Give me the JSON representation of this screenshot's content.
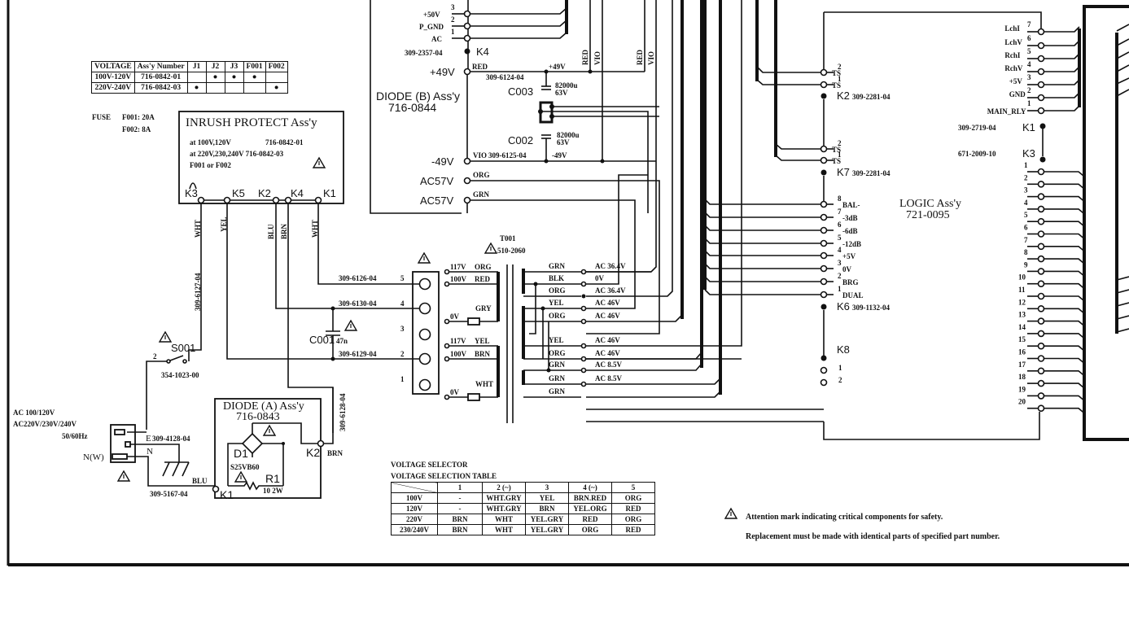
{
  "assy_table": {
    "headers": [
      "VOLTAGE",
      "Ass'y Number",
      "J1",
      "J2",
      "J3",
      "F001",
      "F002"
    ],
    "rows": [
      {
        "voltage": "100V-120V",
        "assy": "716-0842-01",
        "marks": [
          false,
          true,
          true,
          true,
          false
        ]
      },
      {
        "voltage": "220V-240V",
        "assy": "716-0842-03",
        "marks": [
          true,
          false,
          false,
          false,
          true
        ]
      }
    ]
  },
  "fuse": {
    "label": "FUSE",
    "f001": "F001: 20A",
    "f002": "F002:  8A"
  },
  "inrush": {
    "title": "INRUSH PROTECT Ass'y",
    "line1_a": "at 100V,120V",
    "line1_b": "716-0842-01",
    "line2": "at 220V,230,240V 716-0842-03",
    "line3": "F001 or F002",
    "terminals": [
      "K3",
      "K5",
      "K2",
      "K4",
      "K1"
    ]
  },
  "wires_inrush": [
    "WHT",
    "YEL",
    "BLU",
    "BRN",
    "WHT"
  ],
  "cable_6127": "309-6127-04",
  "cable_6128": "309-6128-04",
  "switch": {
    "label": "S001",
    "pin": "2",
    "part": "354-1023-00"
  },
  "ac_input": {
    "line1": "AC 100/120V",
    "line2": "AC220V/230V/240V",
    "line3": "50/60Hz",
    "nw": "N(W)",
    "e": "E",
    "n": "N",
    "e_cable": "309-4128-04",
    "blu": "BLU",
    "blu_cable": "309-5167-04"
  },
  "diode_a": {
    "title": "DIODE (A) Ass'y",
    "part": "716-0843",
    "d1": "D1",
    "d1_part": "S25VB60",
    "r1": "R1",
    "r1_val": "10  2W",
    "k1": "K1",
    "k2": "K2",
    "brn": "BRN"
  },
  "capacitor_c001": {
    "label": "C001",
    "value": "47n"
  },
  "selector": {
    "cables": [
      {
        "part": "309-6126-04",
        "pin": "5"
      },
      {
        "part": "309-6130-04",
        "pin": "4"
      },
      {
        "part": "",
        "pin": "3"
      },
      {
        "part": "309-6129-04",
        "pin": "2"
      },
      {
        "part": "",
        "pin": "1"
      }
    ]
  },
  "transformer": {
    "ref": "T001",
    "part": "510-2060",
    "primary": [
      {
        "v": "117V",
        "c": "ORG"
      },
      {
        "v": "100V",
        "c": "RED"
      },
      {
        "v": "0V",
        "c": "GRY"
      },
      {
        "v": "117V",
        "c": "YEL"
      },
      {
        "v": "100V",
        "c": "BRN"
      },
      {
        "v": "0V",
        "c": "WHT"
      }
    ],
    "secondary": [
      {
        "c": "GRN",
        "v": "AC 36.4V"
      },
      {
        "c": "BLK",
        "v": "0V"
      },
      {
        "c": "ORG",
        "v": "AC 36.4V"
      },
      {
        "c": "YEL",
        "v": "AC 46V"
      },
      {
        "c": "ORG",
        "v": "AC 46V"
      },
      {
        "c": "YEL",
        "v": "AC 46V"
      },
      {
        "c": "ORG",
        "v": "AC 46V"
      },
      {
        "c": "GRN",
        "v": "AC 8.5V"
      },
      {
        "c": "GRN",
        "v": "AC 8.5V"
      },
      {
        "c": "GRN",
        "v": ""
      }
    ]
  },
  "diode_b": {
    "title": "DIODE (B) Ass'y",
    "part": "716-0844",
    "k4_pins": [
      {
        "n": "3",
        "l": "+50V"
      },
      {
        "n": "2",
        "l": "P_GND"
      },
      {
        "n": "1",
        "l": "AC"
      }
    ],
    "k4_part": "309-2357-04",
    "k4": "K4",
    "p49": "+49V",
    "p49_wire": "RED",
    "p49_cable": "309-6124-04",
    "p49_node": "+49V",
    "n49": "-49V",
    "n49_wire": "VIO",
    "n49_cable": "309-6125-04",
    "n49_node": "-49V",
    "ac57a": "AC57V",
    "ac57a_wire": "ORG",
    "ac57b": "AC57V",
    "ac57b_wire": "GRN",
    "c003": "C003",
    "c003_val": "82000u",
    "c003_v": "63V",
    "c002": "C002",
    "c002_val": "82000u",
    "c002_v": "63V",
    "vert_wires": [
      "RED",
      "VIO",
      "RED",
      "VIO"
    ]
  },
  "logic": {
    "title": "LOGIC Ass'y",
    "part": "721-0095",
    "k2": "K2",
    "k2_part": "309-2281-04",
    "k2_pins": [
      {
        "n": "2",
        "l": "TS"
      },
      {
        "n": "1",
        "l": "TS"
      }
    ],
    "k7": "K7",
    "k7_part": "309-2281-04",
    "k7_pins": [
      {
        "n": "2",
        "l": "TS"
      },
      {
        "n": "1",
        "l": "TS"
      }
    ],
    "k6": "K6",
    "k6_part": "309-1132-04",
    "k6_pins": [
      {
        "n": "8",
        "l": "BAL-"
      },
      {
        "n": "7",
        "l": "-3dB"
      },
      {
        "n": "6",
        "l": "-6dB"
      },
      {
        "n": "5",
        "l": "-12dB"
      },
      {
        "n": "4",
        "l": "+5V"
      },
      {
        "n": "3",
        "l": "0V"
      },
      {
        "n": "2",
        "l": "BRG"
      },
      {
        "n": "1",
        "l": "DUAL"
      }
    ],
    "k8": "K8",
    "k8_pins": [
      "1",
      "2"
    ],
    "k1": "K1",
    "k1_part": "309-2719-04",
    "k1_pins": [
      {
        "n": "7",
        "l": "LchI"
      },
      {
        "n": "6",
        "l": "LchV"
      },
      {
        "n": "5",
        "l": "RchI"
      },
      {
        "n": "4",
        "l": "RchV"
      },
      {
        "n": "3",
        "l": "+5V"
      },
      {
        "n": "2",
        "l": "GND"
      },
      {
        "n": "1",
        "l": "MAIN_RLY"
      }
    ],
    "k3": "K3",
    "k3_part": "671-2009-10",
    "k3_pins": [
      "1",
      "2",
      "3",
      "4",
      "5",
      "6",
      "7",
      "8",
      "9",
      "10",
      "11",
      "12",
      "13",
      "14",
      "15",
      "16",
      "17",
      "18",
      "19",
      "20"
    ]
  },
  "voltage_selector": {
    "title1": "VOLTAGE SELECTOR",
    "title2": "VOLTAGE SELECTION TABLE",
    "headers": [
      "",
      "1",
      "2 (~)",
      "3",
      "4 (~)",
      "5"
    ],
    "rows": [
      [
        "100V",
        "-",
        "WHT.GRY",
        "YEL",
        "BRN.RED",
        "ORG"
      ],
      [
        "120V",
        "-",
        "WHT.GRY",
        "BRN",
        "YEL.ORG",
        "RED"
      ],
      [
        "220V",
        "BRN",
        "WHT",
        "YEL.GRY",
        "RED",
        "ORG"
      ],
      [
        "230/240V",
        "BRN",
        "WHT",
        "YEL.GRY",
        "ORG",
        "RED"
      ]
    ]
  },
  "safety_note": {
    "line1": "Attention mark indicating critical components for safety.",
    "line2": "Replacement must be made with identical parts of specified part number."
  }
}
